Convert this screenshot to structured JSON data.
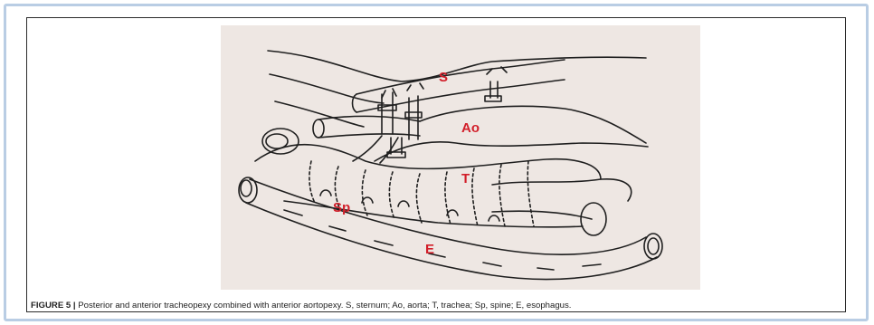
{
  "figure": {
    "labels": {
      "sternum": "S",
      "aorta": "Ao",
      "trachea": "T",
      "spine": "Sp",
      "esophagus": "E"
    },
    "label_color": "#d21f2a",
    "paper_color": "#efe8e4"
  },
  "caption": {
    "label": "FIGURE 5 |",
    "text": " Posterior and anterior tracheopexy combined with anterior aortopexy. S, sternum; Ao, aorta; T, trachea; Sp, spine; E, esophagus."
  }
}
